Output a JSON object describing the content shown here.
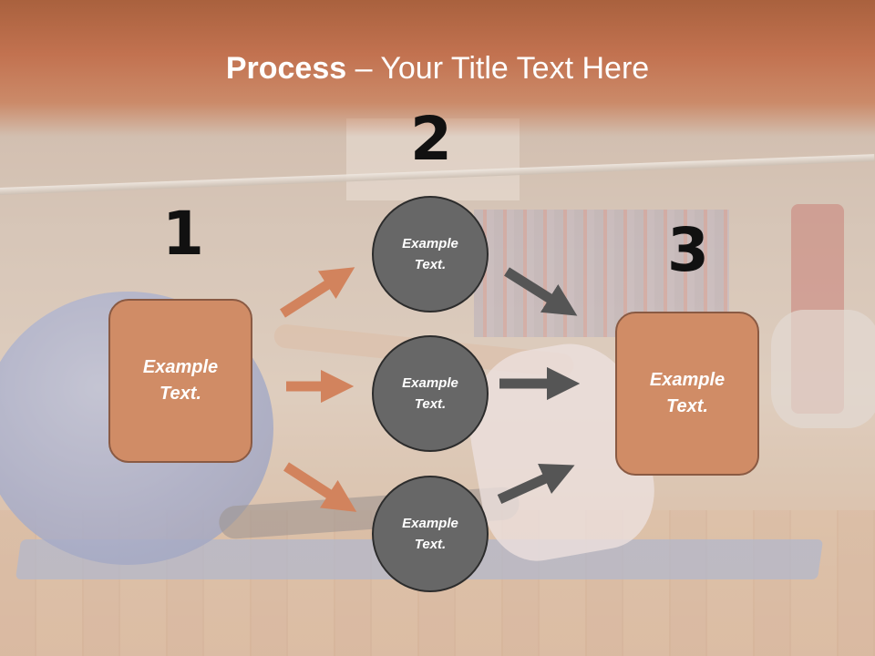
{
  "slide": {
    "title_bold": "Process",
    "title_rest": " – Your Title Text Here",
    "step_numbers": [
      "1",
      "2",
      "3"
    ],
    "left_box": {
      "text": "Example\nText."
    },
    "right_box": {
      "text": "Example\nText."
    },
    "circles": [
      {
        "text": "Example\nText."
      },
      {
        "text": "Example\nText."
      },
      {
        "text": "Example\nText."
      }
    ],
    "colors": {
      "header": "#c27250",
      "box_fill": "#d08c66",
      "box_border": "#8a5a43",
      "circle_fill": "#676767",
      "arrow_orange": "#d2835d",
      "arrow_gray": "#555555"
    }
  }
}
